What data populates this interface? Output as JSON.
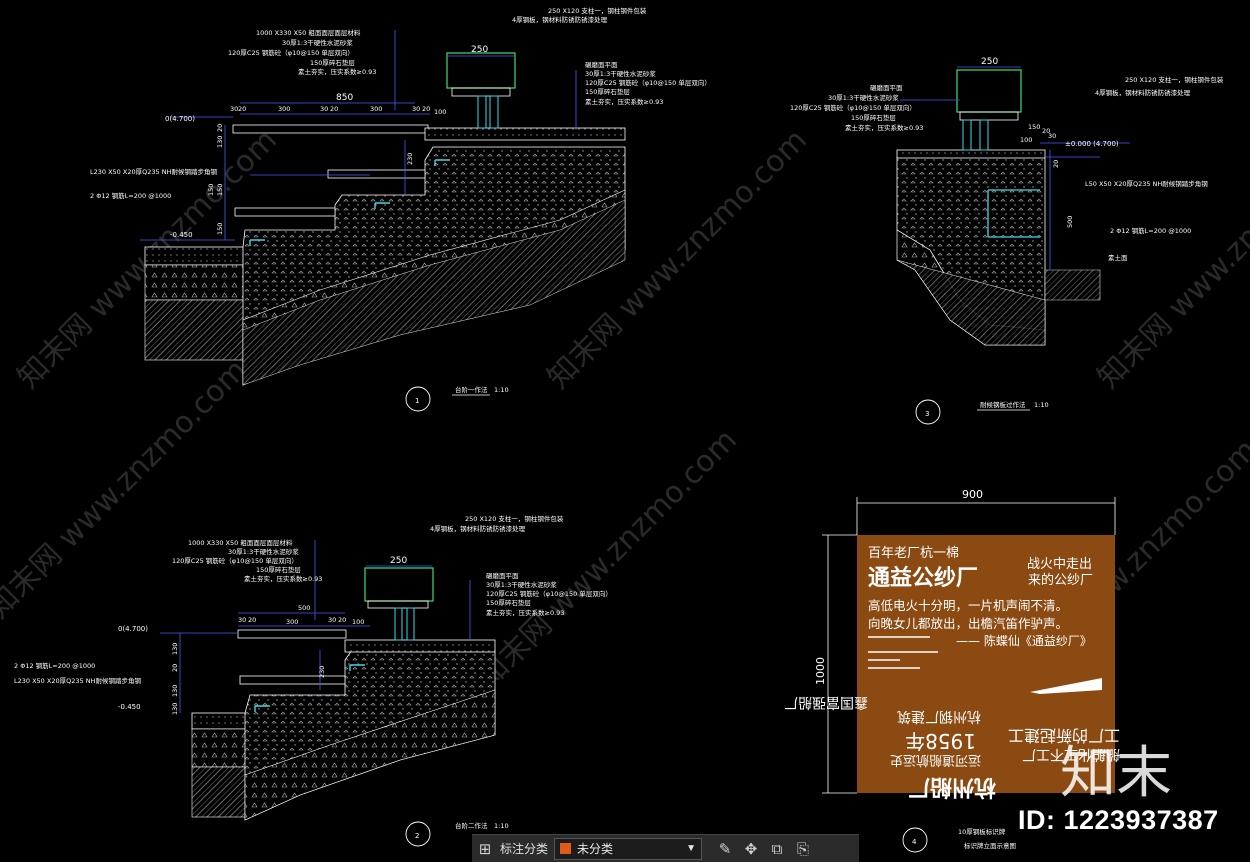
{
  "details": {
    "d1": {
      "top_labels": [
        "250 X120 支柱一，钢柱钢件包装",
        "4厚钢板，钢材料防锈防锈漆处理"
      ],
      "left_stack": [
        "1000 X330 X50 粗面面层面层材料",
        "30厚1:3干硬性水泥砂浆",
        "120厚C25 钢筋砼（φ10@150 单层双向）",
        "150厚碎石垫层",
        "素土夯实，压实系数≥0.93"
      ],
      "right_stack": [
        "碾磨面平面",
        "30厚1:3干硬性水泥砂浆",
        "120厚C25 钢筋砼（φ10@150 单层双向）",
        "150厚碎石垫层",
        "素土夯实，压实系数≥0.93"
      ],
      "dims": [
        "250",
        "850",
        "30",
        "20",
        "300",
        "30",
        "20",
        "300",
        "30",
        "20",
        "100",
        "230",
        "130",
        "20",
        "150",
        "150",
        "150"
      ],
      "level_top": "0(4.700)",
      "level_bottom": "-0.450",
      "note_a": "L230 X50 X20厚Q235 NH耐候钢踏步角钢",
      "note_b": "2 Φ12 钢筋L=200 @1000",
      "number": "1",
      "caption": "台阶一作法",
      "scale": "1:10"
    },
    "d2": {
      "top_labels": [
        "250 X120 支柱一，钢柱钢件包装",
        "4厚钢板，钢材料防锈防锈漆处理"
      ],
      "left_stack": [
        "1000 X330 X50 粗面面层面层材料",
        "30厚1:3干硬性水泥砂浆",
        "120厚C25 钢筋砼（φ10@150 单层双向）",
        "150厚碎石垫层",
        "素土夯实，压实系数≥0.93"
      ],
      "right_stack": [
        "碾磨面平面",
        "30厚1:3干硬性水泥砂浆",
        "120厚C25 钢筋砼（φ10@150 单层双向）",
        "150厚碎石垫层",
        "素土夯实，压实系数≥0.93"
      ],
      "dims": [
        "250",
        "500",
        "30",
        "20",
        "300",
        "30",
        "20",
        "100",
        "230",
        "130",
        "20",
        "130",
        "130"
      ],
      "level_top": "0(4.700)",
      "level_bottom": "-0.450",
      "note_a": "2 Φ12 钢筋L=200 @1000",
      "note_b": "L230 X50 X20厚Q235 NH耐候钢踏步角钢",
      "number": "2",
      "caption": "台阶二作法",
      "scale": "1:10"
    },
    "d3": {
      "top_labels": [
        "250 X120 支柱一，钢柱钢件包装",
        "4厚钢板，钢材料防锈防锈漆处理"
      ],
      "left_stack": [
        "碾磨面平面",
        "30厚1:3干硬性水泥砂浆",
        "120厚C25 钢筋砼（φ10@150 单层双向）",
        "150厚碎石垫层",
        "素土夯实，压实系数≥0.93"
      ],
      "dims": [
        "250",
        "150",
        "20",
        "30",
        "100",
        "20",
        "500"
      ],
      "level_top": "±0.000 (4.700)",
      "note_a": "L50 X50 X20厚Q235 NH耐候钢踏步角钢",
      "note_b": "2 Φ12 钢筋L=200 @1000",
      "note_c": "素土面",
      "number": "3",
      "caption": "耐候钢板过作法",
      "scale": "1:10"
    },
    "d4": {
      "dim_width": "900",
      "dim_height": "1000",
      "sign_lines": [
        "百年老厂杭一棉",
        "通益公纱厂",
        "战火中走出",
        "来的公纱厂",
        "高低电火十分明，一片机声闹不清。",
        "向晚女儿都放出，出檐汽笛作驴声。",
        "—— 陈蝶仙《通益纱厂》"
      ],
      "sign_mirrored": [
        "鑫国富强船厂",
        "杭州钢厂建筑",
        "1958年",
        "工厂的新起建工",
        "船舶化工不工厂",
        "杭州船厂",
        "运河道船航运史"
      ],
      "number": "4",
      "caption": "10厚钢板标识牌",
      "sub_caption": "标识牌立面示意图"
    }
  },
  "watermark": "知末网 www.znzmo.com",
  "logo_text": "知末",
  "id_label": "ID: 1223937387",
  "toolbar": {
    "label": "标注分类",
    "select_value": "未分类",
    "swatch_color": "#e05a18",
    "icons": [
      "grid-icon",
      "edit-icon",
      "move-icon",
      "copy-icon",
      "paste-icon"
    ]
  },
  "colors": {
    "background": "#000000",
    "lines": "#ffffff",
    "hatch": "#a8a8a8",
    "blue": "#4a5cff",
    "green": "#3ee06b",
    "cyan": "#40d8e8",
    "sign": "#8b4a12"
  }
}
